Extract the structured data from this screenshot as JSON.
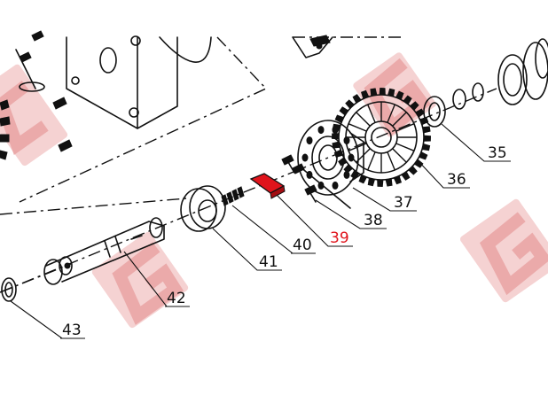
{
  "callouts": [
    {
      "id": "35",
      "label": "35",
      "highlight": false
    },
    {
      "id": "36",
      "label": "36",
      "highlight": false
    },
    {
      "id": "37",
      "label": "37",
      "highlight": false
    },
    {
      "id": "38",
      "label": "38",
      "highlight": false
    },
    {
      "id": "39",
      "label": "39",
      "highlight": true
    },
    {
      "id": "40",
      "label": "40",
      "highlight": false
    },
    {
      "id": "41",
      "label": "41",
      "highlight": false
    },
    {
      "id": "42",
      "label": "42",
      "highlight": false
    },
    {
      "id": "43",
      "label": "43",
      "highlight": false
    }
  ],
  "colors": {
    "line": "#111111",
    "highlight": "#e0141c",
    "watermark": "#e9a3a3"
  }
}
